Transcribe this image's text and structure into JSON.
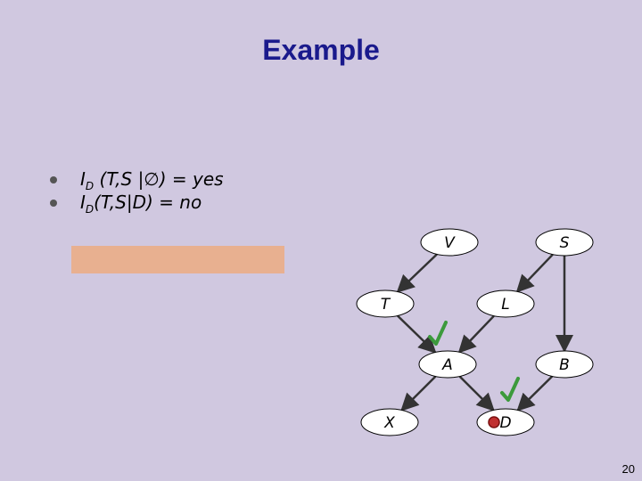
{
  "slide": {
    "title": "Example",
    "page_number": "20"
  },
  "bullets": [
    {
      "pre": "I",
      "sub": "D",
      "post": " (T,S |∅) = yes"
    },
    {
      "pre": "I",
      "sub": "D",
      "post": "(T,S|D) = no"
    }
  ],
  "graph": {
    "nodes": [
      {
        "id": "V",
        "label": "V"
      },
      {
        "id": "S",
        "label": "S"
      },
      {
        "id": "T",
        "label": "T"
      },
      {
        "id": "L",
        "label": "L"
      },
      {
        "id": "A",
        "label": "A"
      },
      {
        "id": "B",
        "label": "B"
      },
      {
        "id": "X",
        "label": "X"
      },
      {
        "id": "D",
        "label": "D"
      }
    ],
    "edges": [
      {
        "from": "V",
        "to": "T"
      },
      {
        "from": "S",
        "to": "L"
      },
      {
        "from": "S",
        "to": "B"
      },
      {
        "from": "T",
        "to": "A"
      },
      {
        "from": "L",
        "to": "A"
      },
      {
        "from": "A",
        "to": "X"
      },
      {
        "from": "A",
        "to": "D"
      },
      {
        "from": "B",
        "to": "D"
      }
    ],
    "observed": [
      "D"
    ],
    "colors": {
      "node_fill": "#ffffff",
      "edge": "#333333",
      "check": "#3c9a3c",
      "observed_marker": "#c03030"
    }
  }
}
